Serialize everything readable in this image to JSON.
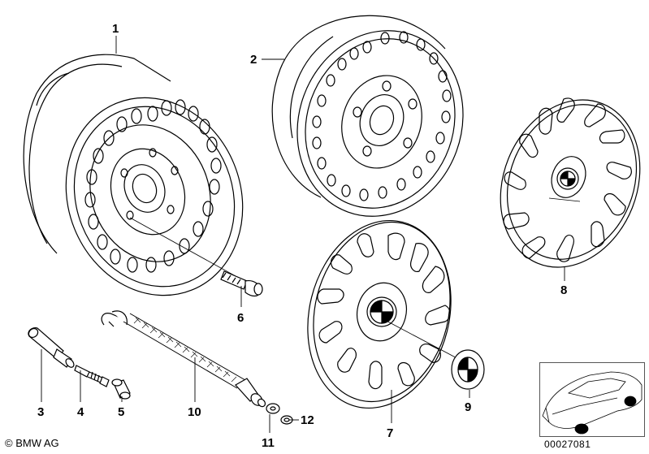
{
  "callouts": {
    "c1": "1",
    "c2": "2",
    "c3": "3",
    "c4": "4",
    "c5": "5",
    "c6": "6",
    "c7": "7",
    "c8": "8",
    "c9": "9",
    "c10": "10",
    "c11": "11",
    "c12": "12"
  },
  "copyright": "© BMW AG",
  "document_id": "00027081"
}
